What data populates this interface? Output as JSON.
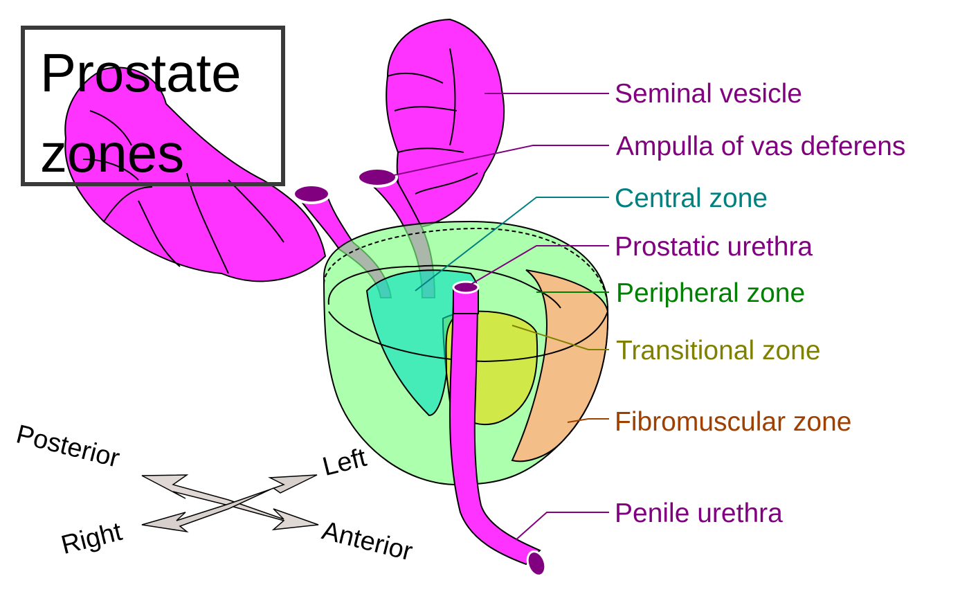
{
  "title": {
    "line1": "Prostate",
    "line2": "zones"
  },
  "labels": {
    "seminal_vesicle": "Seminal vesicle",
    "ampulla": "Ampulla of vas deferens",
    "central_zone": "Central zone",
    "prostatic_urethra": "Prostatic urethra",
    "peripheral_zone": "Peripheral zone",
    "transitional_zone": "Transitional zone",
    "fibromuscular_zone": "Fibromuscular zone",
    "penile_urethra": "Penile urethra"
  },
  "directions": {
    "posterior": "Posterior",
    "left": "Left",
    "right": "Right",
    "anterior": "Anterior"
  },
  "colors": {
    "seminal": "#ff33ff",
    "seminal_text": "#800080",
    "central": "#00c8a0",
    "central_text": "#008080",
    "peripheral": "#80ff80",
    "peripheral_text": "#008000",
    "transitional": "#e0e020",
    "transitional_text": "#808000",
    "fibromuscular": "#ffb380",
    "fibromuscular_text": "#a04000",
    "arrow_fill": "#e0d8d4"
  }
}
